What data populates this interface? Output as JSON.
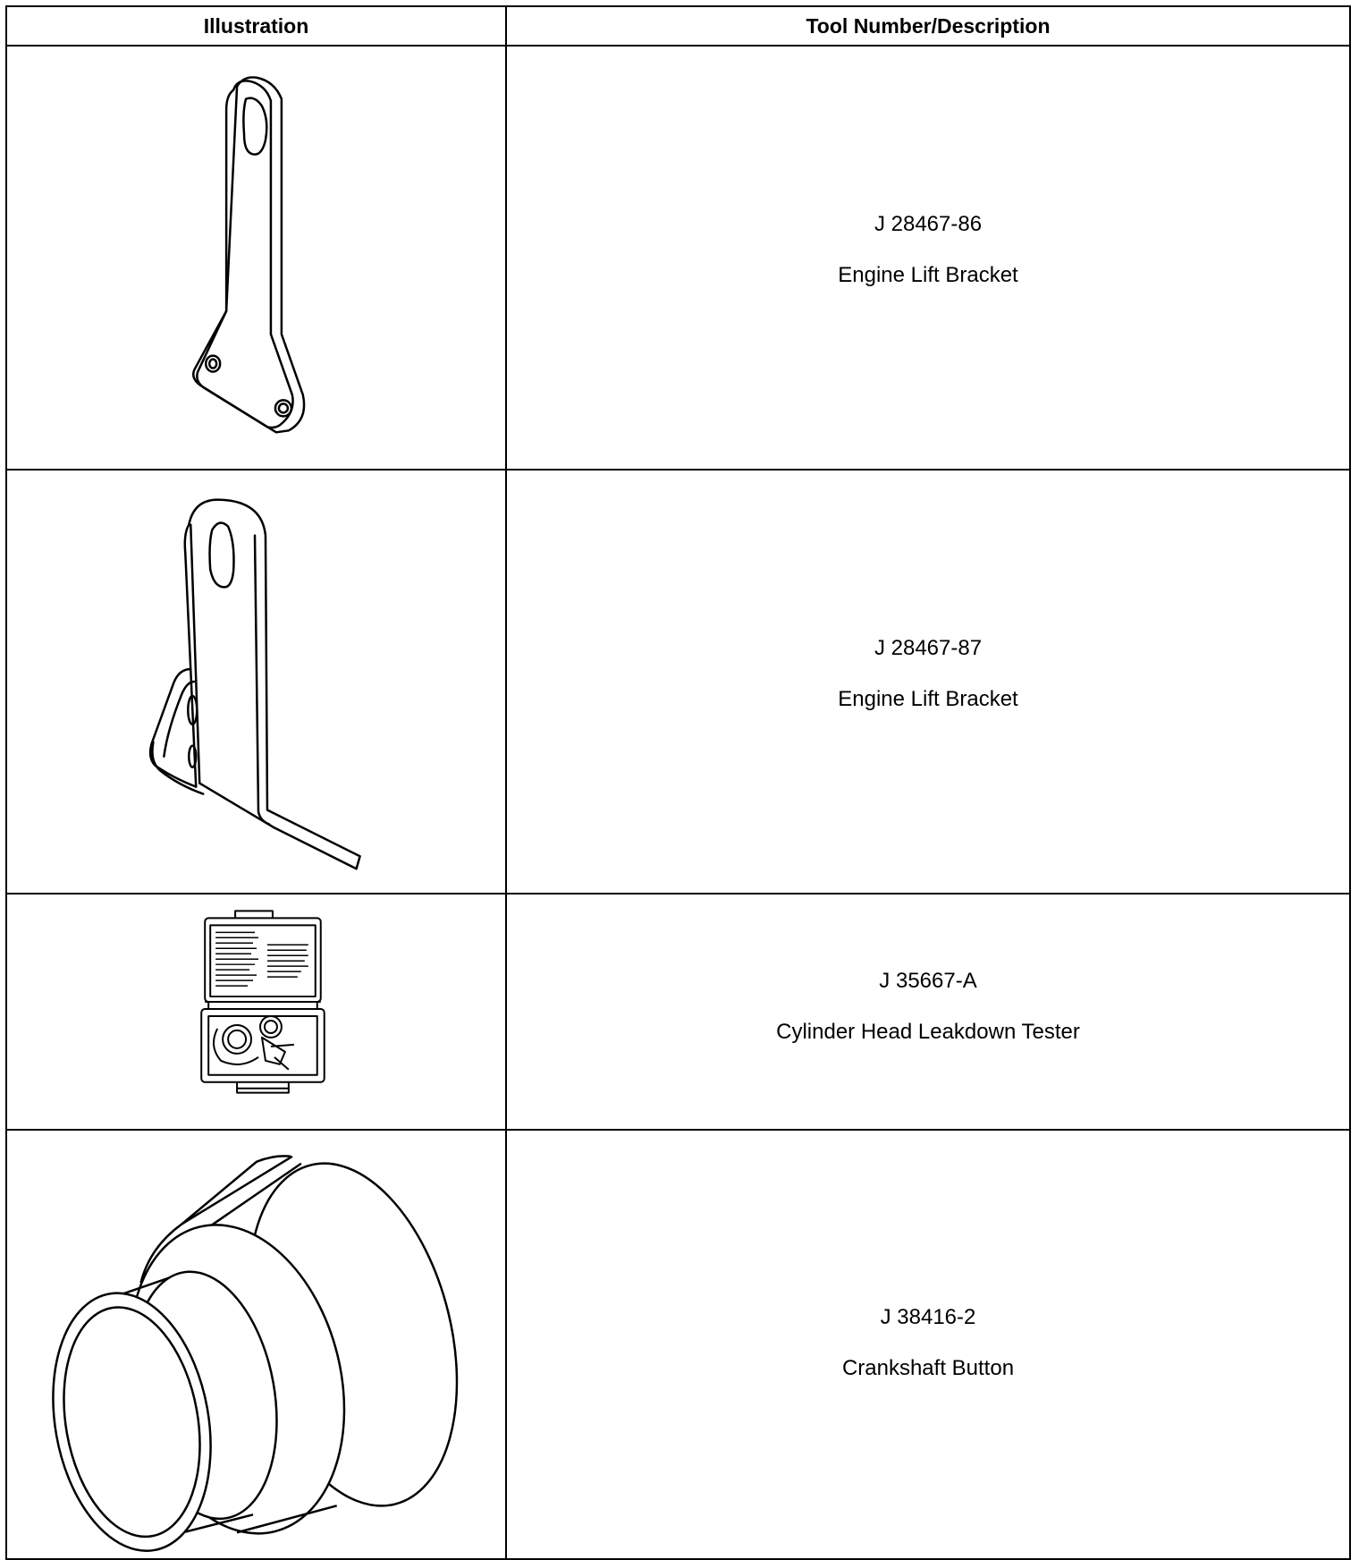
{
  "table": {
    "headers": {
      "illustration": "Illustration",
      "tool": "Tool Number/Description"
    },
    "rows": [
      {
        "number": "J 28467-86",
        "description": "Engine Lift Bracket",
        "icon": "engine-lift-bracket-icon"
      },
      {
        "number": "J 28467-87",
        "description": "Engine Lift Bracket",
        "icon": "engine-lift-bracket-angled-icon"
      },
      {
        "number": "J 35667-A",
        "description": "Cylinder Head Leakdown Tester",
        "icon": "leakdown-tester-case-icon"
      },
      {
        "number": "J 38416-2",
        "description": "Crankshaft Button",
        "icon": "crankshaft-button-icon"
      }
    ]
  }
}
